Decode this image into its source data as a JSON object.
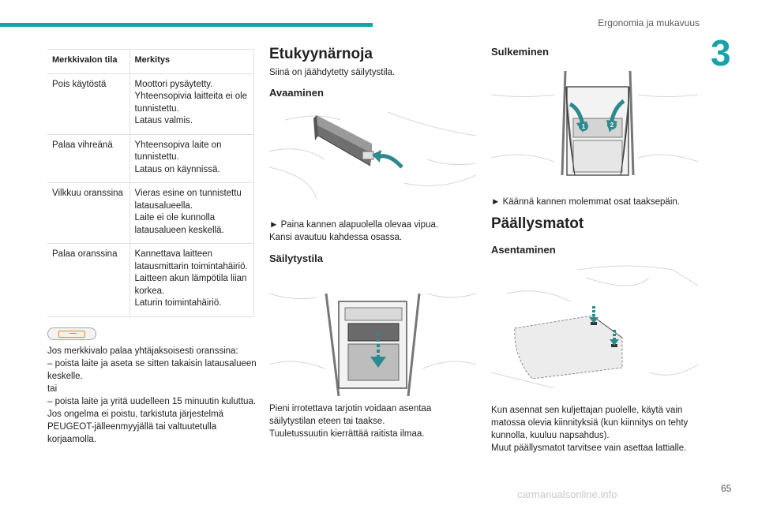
{
  "header": {
    "section_title": "Ergonomia ja mukavuus",
    "chapter": "3",
    "page_number": "65",
    "watermark": "carmanualsonline.info"
  },
  "table": {
    "headers": [
      "Merkkivalon tila",
      "Merkitys"
    ],
    "rows": [
      [
        "Pois käytöstä",
        "Moottori pysäytetty.\nYhteensopivia laitteita ei ole tunnistettu.\nLataus valmis."
      ],
      [
        "Palaa vihreänä",
        "Yhteensopiva laite on tunnistettu.\nLataus on käynnissä."
      ],
      [
        "Vilkkuu oranssina",
        "Vieras esine on tunnistettu latausalueella.\nLaite ei ole kunnolla latausalueen keskellä."
      ],
      [
        "Palaa oranssina",
        "Kannettava laitteen latausmittarin toimintahäiriö.\nLaitteen akun lämpötila liian korkea.\nLaturin toimintahäiriö."
      ]
    ]
  },
  "left_text": "Jos merkkivalo palaa yhtäjaksoisesti oranssina:\n– poista laite ja aseta se sitten takaisin latausalueen keskelle.\ntai\n– poista laite ja yritä uudelleen 15 minuutin kuluttua.\nJos ongelma ei poistu, tarkistuta järjestelmä PEUGEOT-jälleenmyyjällä tai valtuutetulla korjaamolla.",
  "middle": {
    "title": "Etukyynärnoja",
    "intro": "Siinä on jäähdytetty säilytystila.",
    "opening_title": "Avaaminen",
    "opening_text": "► Paina kannen alapuolella olevaa vipua.\nKansi avautuu kahdessa osassa.",
    "storage_title": "Säilytystila",
    "storage_text": "Pieni irrotettava tarjotin voidaan asentaa säilytystilan eteen tai taakse.\nTuuletussuutin kierrättää raitista ilmaa."
  },
  "right": {
    "closing_title": "Sulkeminen",
    "closing_text": "► Käännä kannen molemmat osat taaksepäin.",
    "closing_badges": [
      "1",
      "2"
    ],
    "mats_title": "Päällysmatot",
    "install_title": "Asentaminen",
    "install_text": "Kun asennat sen kuljettajan puolelle, käytä vain matossa olevia kiinnityksiä (kun kiinnitys on tehty kunnolla, kuuluu napsahdus).\nMuut päällysmatot tarvitsee vain asettaa lattialle."
  },
  "colors": {
    "accent": "#18a2a8",
    "arrow": "#2c8a8e"
  }
}
